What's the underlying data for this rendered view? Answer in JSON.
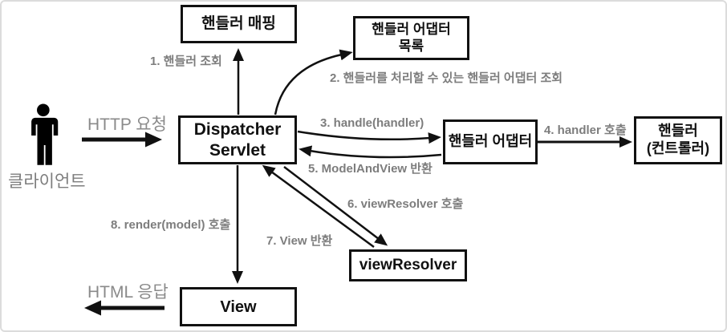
{
  "diagram": {
    "actor": {
      "label": "클라이언트"
    },
    "nodes": {
      "handler_mapping": "핸들러 매핑",
      "handler_adapter_list_line1": "핸들러 어댑터",
      "handler_adapter_list_line2": "목록",
      "dispatcher_line1": "Dispatcher",
      "dispatcher_line2": "Servlet",
      "handler_adapter": "핸들러 어댑터",
      "handler_line1": "핸들러",
      "handler_line2": "(컨트롤러)",
      "view_resolver": "viewResolver",
      "view": "View"
    },
    "edges": {
      "http_request": "HTTP 요청",
      "step1": "1. 핸들러 조회",
      "step2": "2. 핸들러를 처리할 수 있는 핸들러 어댑터 조회",
      "step3": "3. handle(handler)",
      "step4": "4. handler 호출",
      "step5": "5. ModelAndView 반환",
      "step6": "6. viewResolver 호출",
      "step7": "7. View 반환",
      "step8": "8. render(model) 호출",
      "html_response": "HTML 응답"
    },
    "colors": {
      "box_border": "#111111",
      "box_text": "#111111",
      "label_gray": "#7d7d7d",
      "arrow": "#111111",
      "canvas_border": "#dcdcdc",
      "background": "#ffffff"
    }
  }
}
